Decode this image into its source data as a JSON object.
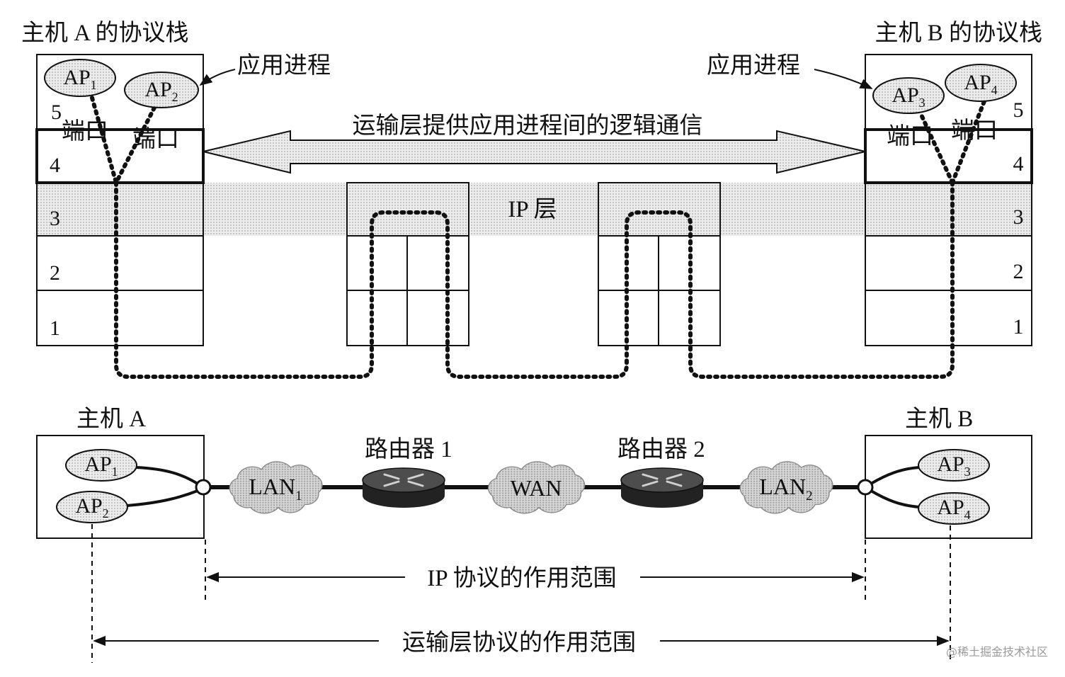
{
  "stack_titles": {
    "host_a": "主机 A 的协议栈",
    "host_b": "主机 B 的协议栈"
  },
  "app_process_labels": {
    "left": "应用进程",
    "right": "应用进程"
  },
  "port_labels": [
    "端口",
    "端口",
    "端口",
    "端口"
  ],
  "layer_numbers": {
    "left": [
      "5",
      "4",
      "3",
      "2",
      "1"
    ],
    "right": [
      "5",
      "4",
      "3",
      "2",
      "1"
    ]
  },
  "top_aps": [
    {
      "base": "AP",
      "sub": "1"
    },
    {
      "base": "AP",
      "sub": "2"
    },
    {
      "base": "AP",
      "sub": "3"
    },
    {
      "base": "AP",
      "sub": "4"
    }
  ],
  "transport_label": "运输层提供应用进程间的逻辑通信",
  "ip_layer_label": "IP 层",
  "bottom": {
    "host_a_label": "主机 A",
    "host_b_label": "主机 B",
    "aps": [
      {
        "base": "AP",
        "sub": "1"
      },
      {
        "base": "AP",
        "sub": "2"
      },
      {
        "base": "AP",
        "sub": "3"
      },
      {
        "base": "AP",
        "sub": "4"
      }
    ],
    "router1_label": "路由器 1",
    "router2_label": "路由器 2",
    "lan1": {
      "base": "LAN",
      "sub": "1"
    },
    "wan": "WAN",
    "lan2": {
      "base": "LAN",
      "sub": "2"
    },
    "ip_scope_label": "IP 协议的作用范围",
    "transport_scope_label": "运输层协议的作用范围"
  },
  "watermark": "@稀土掘金技术社区",
  "colors": {
    "port_label": "#e8231f",
    "router_body": "#222222",
    "router_top": "#4d4d4d"
  }
}
